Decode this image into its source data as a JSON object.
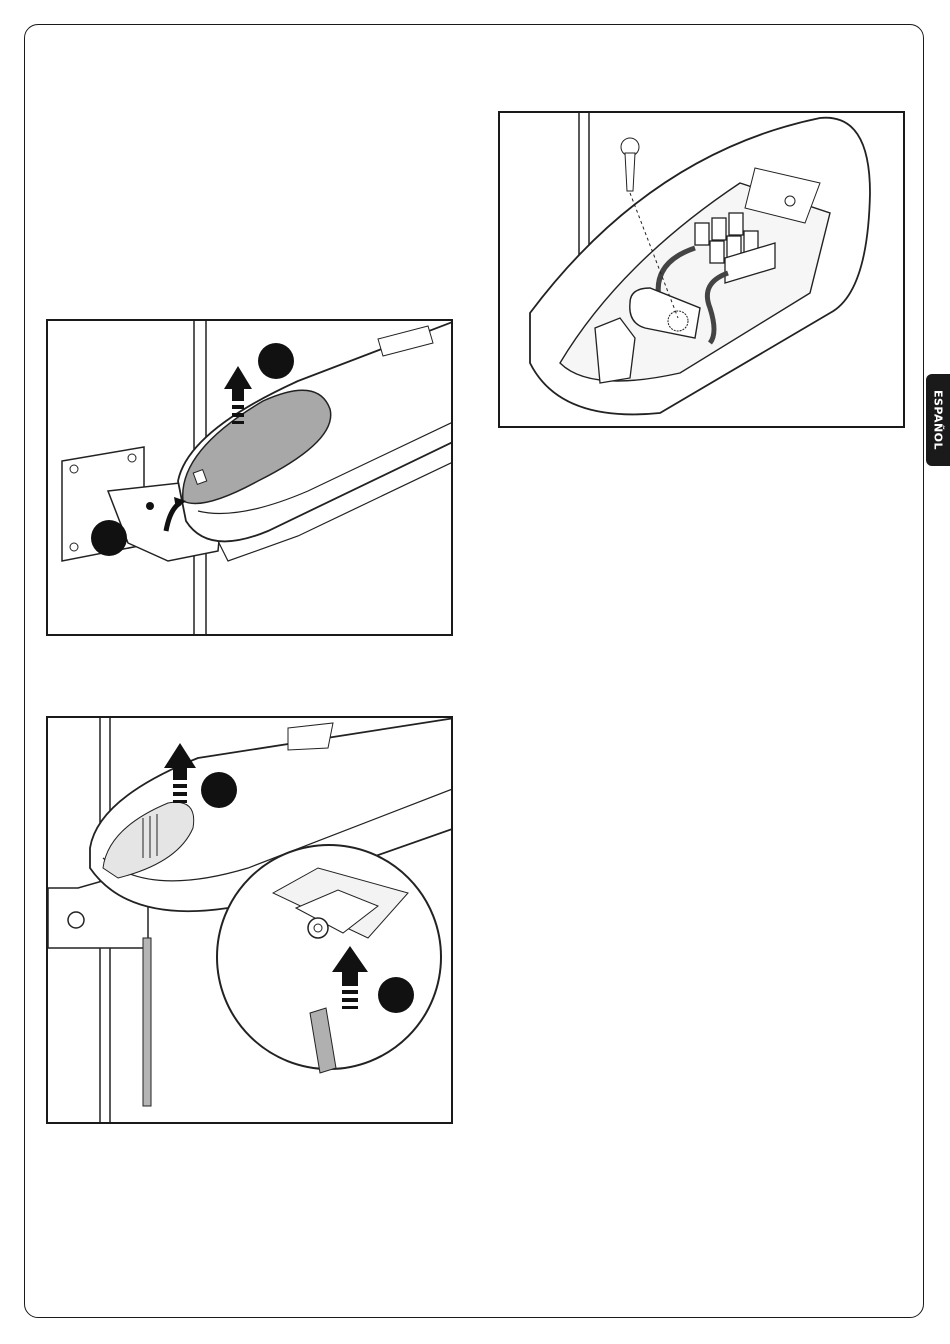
{
  "side_tab": {
    "language": "ESPAÑOL"
  },
  "figures": [
    {
      "id": "fig-a",
      "callout_count": 2
    },
    {
      "id": "fig-b",
      "callout_count": 2
    },
    {
      "id": "fig-c",
      "callout_count": 0
    }
  ]
}
